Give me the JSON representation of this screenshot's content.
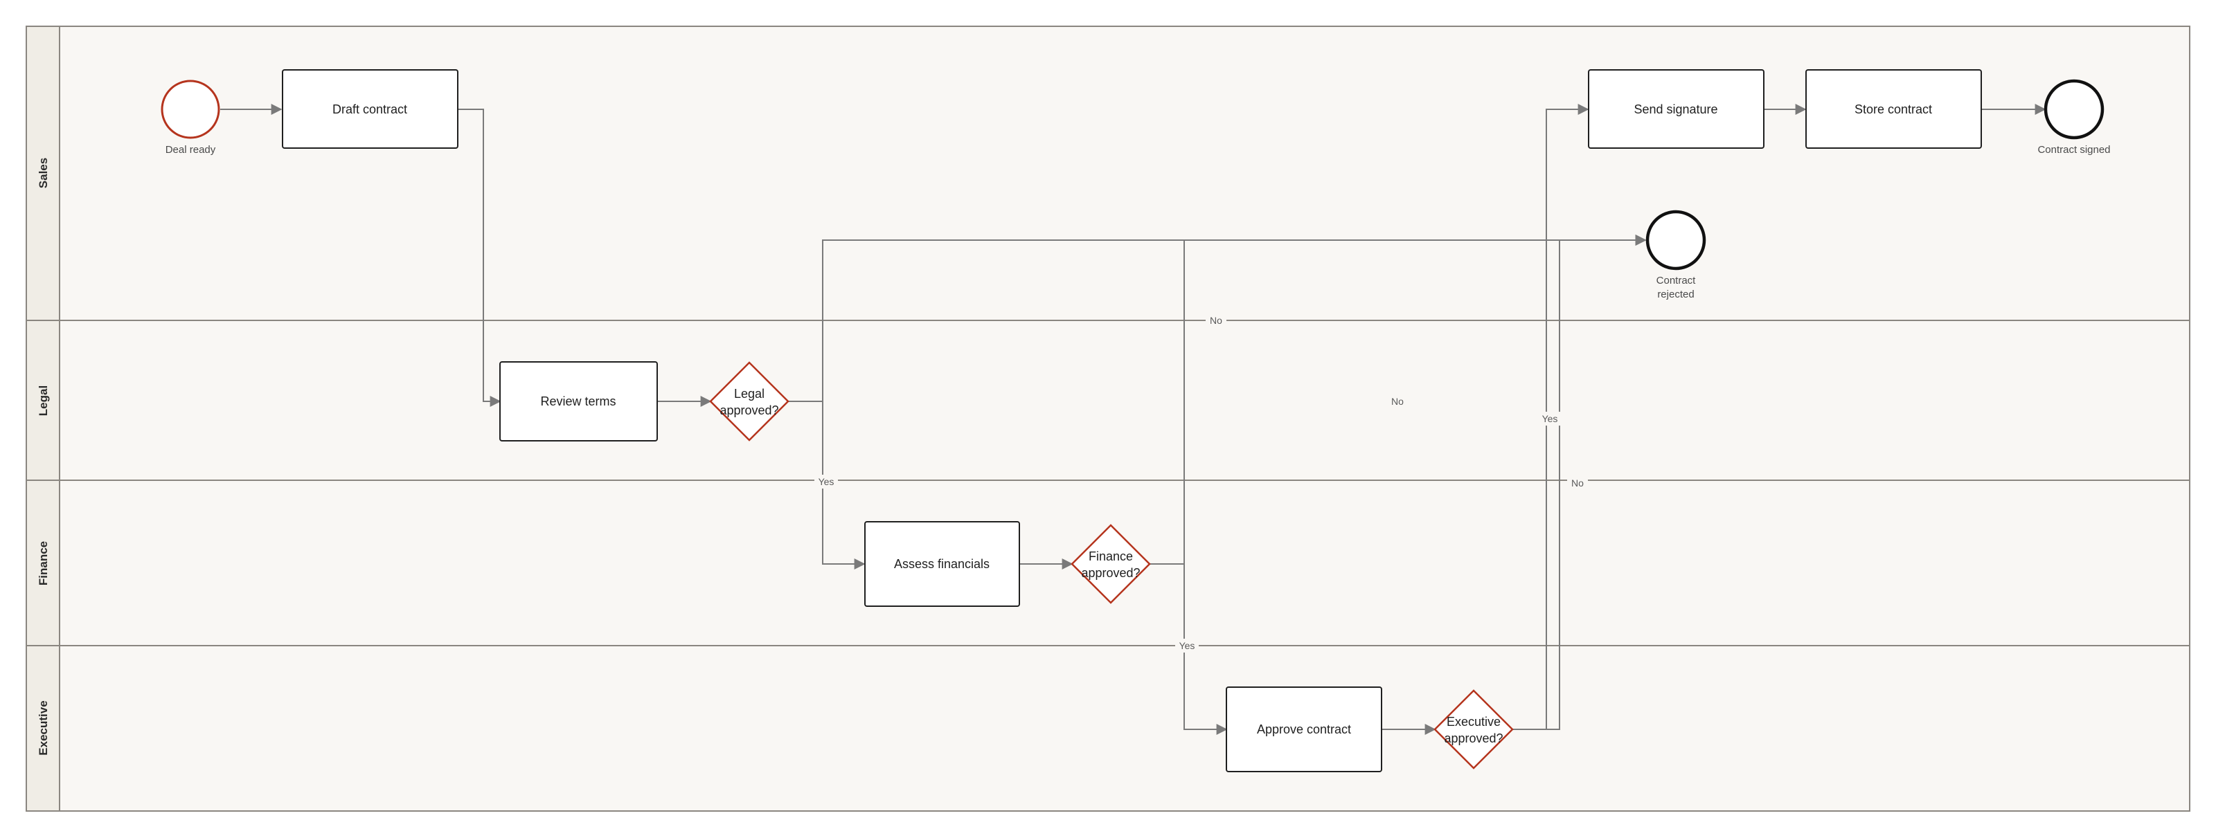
{
  "lanes": [
    {
      "id": "sales",
      "label": "Sales"
    },
    {
      "id": "legal",
      "label": "Legal"
    },
    {
      "id": "finance",
      "label": "Finance"
    },
    {
      "id": "executive",
      "label": "Executive"
    }
  ],
  "events": {
    "start": {
      "label": "Deal ready"
    },
    "contract_signed": {
      "label": "Contract signed"
    },
    "contract_rejected": {
      "label_line1": "Contract",
      "label_line2": "rejected"
    }
  },
  "tasks": {
    "draft_contract": "Draft contract",
    "review_terms": "Review terms",
    "assess_financials": "Assess financials",
    "approve_contract": "Approve contract",
    "send_signature": "Send signature",
    "store_contract": "Store contract"
  },
  "gateways": {
    "legal": {
      "line1": "Legal",
      "line2": "approved?"
    },
    "finance": {
      "line1": "Finance",
      "line2": "approved?"
    },
    "executive": {
      "line1": "Executive",
      "line2": "approved?"
    }
  },
  "flow_labels": {
    "legal_no": "No",
    "legal_yes": "Yes",
    "finance_no": "No",
    "finance_yes": "Yes",
    "exec_yes": "Yes",
    "exec_no": "No"
  },
  "colors": {
    "lane_background": "#f9f7f4",
    "lane_header": "#f0ede6",
    "gateway_stroke": "#b5341d",
    "start_event_stroke": "#b5341d",
    "end_event_stroke": "#111111",
    "flow_stroke": "#7a7a7a"
  }
}
